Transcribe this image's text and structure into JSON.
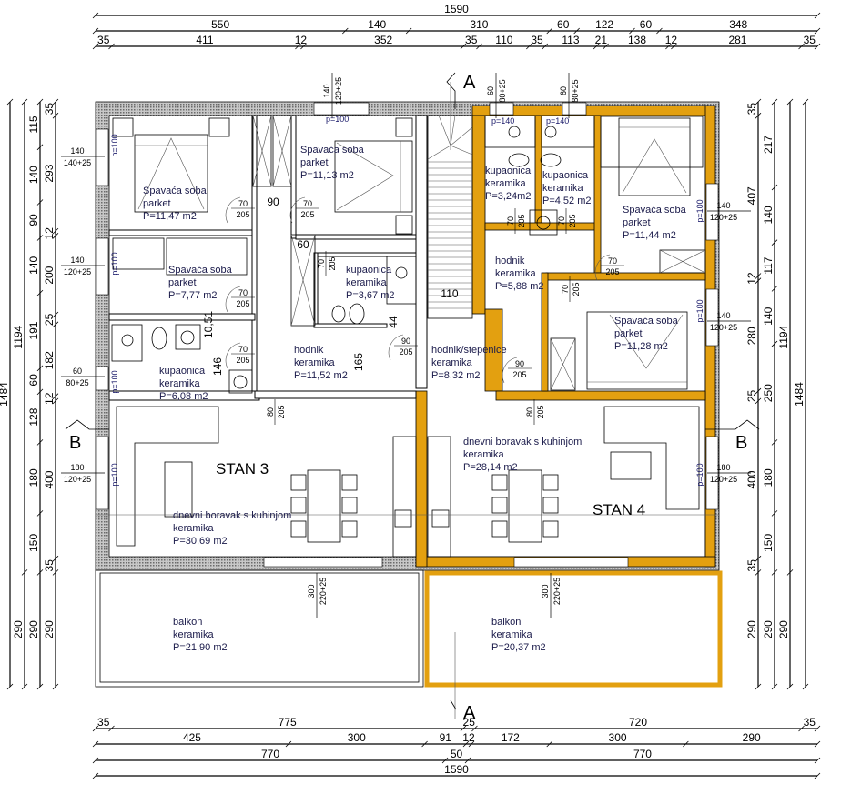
{
  "colors": {
    "stan4_walls": "#E3A010",
    "outer_wall_hatch": "#9a9a9a",
    "lines": "#000000"
  },
  "dimensions": {
    "top": [
      [
        1590
      ],
      [
        550,
        140,
        310,
        60,
        122,
        60,
        348
      ],
      [
        35,
        411,
        12,
        352,
        35,
        110,
        35,
        113,
        21,
        138,
        12,
        281,
        35
      ]
    ],
    "bottom": [
      [
        35,
        775,
        25,
        720,
        35
      ],
      [
        425,
        300,
        91,
        12,
        172,
        300,
        290
      ],
      [
        770,
        50,
        770
      ],
      [
        1590
      ]
    ],
    "left": [
      [
        1484
      ],
      [
        1194,
        290
      ],
      [
        115,
        140,
        90,
        140,
        191,
        60,
        128,
        180,
        150,
        290
      ],
      [
        35,
        293,
        12,
        200,
        25,
        182,
        12,
        400,
        35,
        290
      ]
    ],
    "right": [
      [
        35,
        407,
        12,
        280,
        25,
        400,
        35,
        290
      ],
      [
        217,
        140,
        117,
        140,
        250,
        180,
        150,
        290
      ],
      [
        1194,
        290
      ],
      [
        1484
      ]
    ]
  },
  "sections": {
    "a_top": "A",
    "a_bottom": "A",
    "b_left": "B",
    "b_right": "B"
  },
  "apartments": {
    "stan3": "STAN 3",
    "stan4": "STAN 4"
  },
  "rooms": [
    {
      "name": "Spavaća soba",
      "floor": "parket",
      "area": "P=11,47 m2"
    },
    {
      "name": "Spavaća soba",
      "floor": "parket",
      "area": "P=11,13 m2"
    },
    {
      "name": "Spavaća soba",
      "floor": "parket",
      "area": "P=7,77 m2"
    },
    {
      "name": "kupaonica",
      "floor": "keramika",
      "area": "P=3,67 m2"
    },
    {
      "name": "kupaonica",
      "floor": "keramika",
      "area": "P=6,08 m2"
    },
    {
      "name": "hodnik",
      "floor": "keramika",
      "area": "P=11,52 m2"
    },
    {
      "name": "hodnik/stepenice",
      "floor": "keramika",
      "area": "P=8,32 m2"
    },
    {
      "name": "kupaonica",
      "floor": "keramika",
      "area": "P=3,24m2"
    },
    {
      "name": "kupaonica",
      "floor": "keramika",
      "area": "P=4,52 m2"
    },
    {
      "name": "Spavaća soba",
      "floor": "parket",
      "area": "P=11,44 m2"
    },
    {
      "name": "hodnik",
      "floor": "keramika",
      "area": "P=5,88 m2"
    },
    {
      "name": "Spavaća soba",
      "floor": "parket",
      "area": "P=11,28 m2"
    },
    {
      "name": "dnevni boravak s kuhinjom",
      "floor": "keramika",
      "area": "P=30,69 m2"
    },
    {
      "name": "dnevni boravak s kuhinjom",
      "floor": "keramika",
      "area": "P=28,14 m2"
    },
    {
      "name": "balkon",
      "floor": "keramika",
      "area": "P=21,90 m2"
    },
    {
      "name": "balkon",
      "floor": "keramika",
      "area": "P=20,37 m2"
    }
  ],
  "windows": [
    {
      "w": "140",
      "h": "140+25"
    },
    {
      "w": "140",
      "h": "120+25"
    },
    {
      "w": "60",
      "h": "80+25"
    },
    {
      "w": "180",
      "h": "120+25"
    },
    {
      "w": "140",
      "h": "120+25"
    },
    {
      "w": "140",
      "h": "120+25"
    },
    {
      "w": "180",
      "h": "120+25"
    },
    {
      "w": "140",
      "h": "120+25"
    },
    {
      "w": "60",
      "h": "80+25"
    },
    {
      "w": "60",
      "h": "80+25"
    },
    {
      "w": "300",
      "h": "220+25"
    },
    {
      "w": "300",
      "h": "220+25"
    }
  ],
  "parapets": [
    "p=100",
    "p=140",
    "p=140",
    "p=100",
    "p=100",
    "p=100",
    "p=100",
    "p=100",
    "p=100",
    "p=100"
  ],
  "doors": [
    {
      "w": "70",
      "h": "205"
    },
    {
      "w": "70",
      "h": "205"
    },
    {
      "w": "70",
      "h": "205"
    },
    {
      "w": "70",
      "h": "205"
    },
    {
      "w": "70",
      "h": "205"
    },
    {
      "w": "70",
      "h": "205"
    },
    {
      "w": "70",
      "h": "205"
    },
    {
      "w": "70",
      "h": "205"
    },
    {
      "w": "70",
      "h": "205"
    },
    {
      "w": "90",
      "h": "205"
    },
    {
      "w": "90",
      "h": "205"
    },
    {
      "w": "80",
      "h": "205"
    },
    {
      "w": "80",
      "h": "205"
    }
  ],
  "inner_dims": [
    "90",
    "60",
    "110",
    "146",
    "165",
    "10,51",
    "44"
  ]
}
